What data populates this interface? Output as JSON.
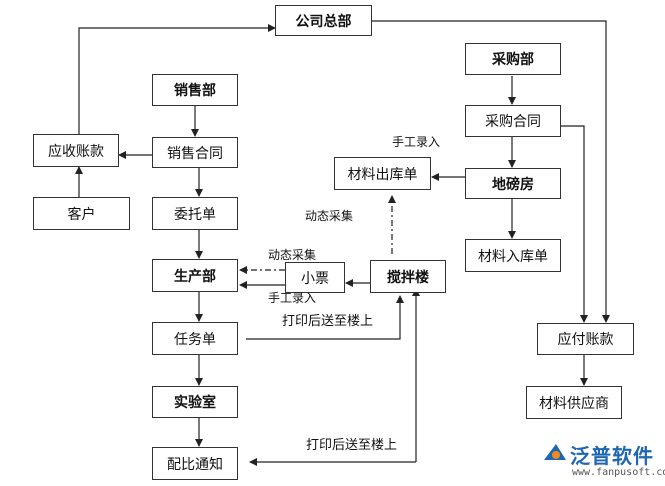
{
  "nodes": {
    "hq": "公司总部",
    "purchasing": "采购部",
    "sales": "销售部",
    "receivable": "应收账款",
    "sales_contract": "销售合同",
    "purchase_contract": "采购合同",
    "material_out": "材料出库单",
    "scale_room": "地磅房",
    "customer": "客户",
    "entrust": "委托单",
    "material_in": "材料入库单",
    "production": "生产部",
    "ticket": "小票",
    "mixing": "搅拌楼",
    "task": "任务单",
    "payable": "应付账款",
    "lab": "实验室",
    "supplier": "材料供应商",
    "mix_notice": "配比通知"
  },
  "labels": {
    "manual_entry_top": "手工录入",
    "dynamic_collect_mid": "动态采集",
    "dynamic_collect_low": "动态采集",
    "manual_entry_low": "手工录入",
    "print_send_1": "打印后送至楼上",
    "print_send_2": "打印后送至楼上"
  },
  "logo": {
    "name": "泛普软件",
    "url": "www.fanpusoft.com"
  },
  "colors": {
    "line": "#222222",
    "brand": "#1f67b1"
  }
}
